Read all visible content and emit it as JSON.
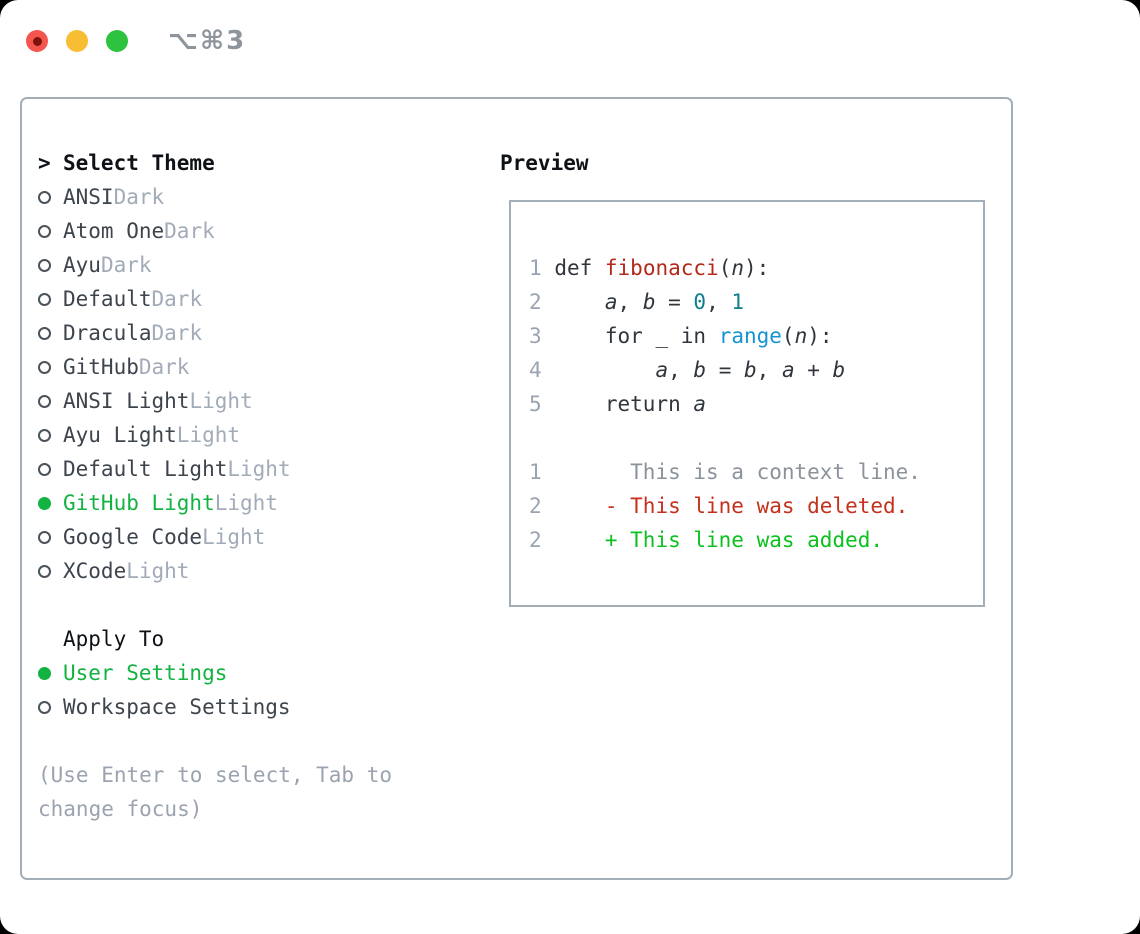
{
  "window": {
    "shortcut_label": "⌥⌘3"
  },
  "colors": {
    "traffic_red": "#f4564e",
    "traffic_red_dot": "#7e130c",
    "traffic_yellow": "#f7bd33",
    "traffic_green": "#2ec33f",
    "titlebar_gray": "#8e949c",
    "border_gray": "#a3aeb9",
    "black": "#0e1216",
    "name_dark": "#3d444c",
    "tag_gray": "#a2abb8",
    "marker_dark": "#4a525a",
    "accent_green": "#12b340",
    "hint_gray": "#9aa3af",
    "muted_gray": "#9aa4b1",
    "code_dark": "#30363c",
    "function_red": "#b3291b",
    "number_teal": "#0e7f8b",
    "builtin_blue": "#1494d4",
    "context_gray": "#8b929b",
    "deleted_red": "#c5311d",
    "added_green": "#0cc11e"
  },
  "theme_panel": {
    "header_prefix": ">",
    "header": "Select Theme",
    "themes": [
      {
        "name": "ANSI",
        "tag": "Dark",
        "selected": false
      },
      {
        "name": "Atom One",
        "tag": "Dark",
        "selected": false
      },
      {
        "name": "Ayu",
        "tag": "Dark",
        "selected": false
      },
      {
        "name": "Default",
        "tag": "Dark",
        "selected": false
      },
      {
        "name": "Dracula",
        "tag": "Dark",
        "selected": false
      },
      {
        "name": "GitHub",
        "tag": "Dark",
        "selected": false
      },
      {
        "name": "ANSI Light",
        "tag": "Light",
        "selected": false
      },
      {
        "name": "Ayu Light",
        "tag": "Light",
        "selected": false
      },
      {
        "name": "Default Light",
        "tag": "Light",
        "selected": false
      },
      {
        "name": "GitHub Light",
        "tag": "Light",
        "selected": true
      },
      {
        "name": "Google Code",
        "tag": "Light",
        "selected": false
      },
      {
        "name": "XCode",
        "tag": "Light",
        "selected": false
      }
    ]
  },
  "apply_to": {
    "header": "Apply To",
    "options": [
      {
        "label": "User Settings",
        "selected": true
      },
      {
        "label": "Workspace Settings",
        "selected": false
      }
    ]
  },
  "hint": {
    "line1": "(Use Enter to select, Tab to",
    "line2": "change focus)"
  },
  "preview": {
    "header": "Preview",
    "code_lines": [
      {
        "num": "1",
        "tokens": [
          {
            "s": " ",
            "st": "p"
          },
          {
            "s": "def ",
            "st": "kw"
          },
          {
            "s": "fibonacci",
            "st": "fn"
          },
          {
            "s": "(",
            "st": "p"
          },
          {
            "s": "n",
            "st": "id"
          },
          {
            "s": "):",
            "st": "p"
          }
        ]
      },
      {
        "num": "2",
        "tokens": [
          {
            "s": "     ",
            "st": "p"
          },
          {
            "s": "a",
            "st": "id"
          },
          {
            "s": ", ",
            "st": "p"
          },
          {
            "s": "b",
            "st": "id"
          },
          {
            "s": " = ",
            "st": "p"
          },
          {
            "s": "0",
            "st": "num"
          },
          {
            "s": ", ",
            "st": "p"
          },
          {
            "s": "1",
            "st": "num"
          }
        ]
      },
      {
        "num": "3",
        "tokens": [
          {
            "s": "     ",
            "st": "p"
          },
          {
            "s": "for ",
            "st": "kw"
          },
          {
            "s": "_ ",
            "st": "p"
          },
          {
            "s": "in ",
            "st": "kw"
          },
          {
            "s": "range",
            "st": "blue"
          },
          {
            "s": "(",
            "st": "p"
          },
          {
            "s": "n",
            "st": "id"
          },
          {
            "s": "):",
            "st": "p"
          }
        ]
      },
      {
        "num": "4",
        "tokens": [
          {
            "s": "         ",
            "st": "p"
          },
          {
            "s": "a",
            "st": "id"
          },
          {
            "s": ", ",
            "st": "p"
          },
          {
            "s": "b",
            "st": "id"
          },
          {
            "s": " = ",
            "st": "p"
          },
          {
            "s": "b",
            "st": "id"
          },
          {
            "s": ", ",
            "st": "p"
          },
          {
            "s": "a",
            "st": "id"
          },
          {
            "s": " + ",
            "st": "p"
          },
          {
            "s": "b",
            "st": "id"
          }
        ]
      },
      {
        "num": "5",
        "tokens": [
          {
            "s": "     ",
            "st": "p"
          },
          {
            "s": "return ",
            "st": "kw"
          },
          {
            "s": "a",
            "st": "id"
          }
        ]
      },
      {
        "num": "",
        "tokens": []
      },
      {
        "num": "1",
        "tokens": [
          {
            "s": "       This is a context line.",
            "st": "ctx"
          }
        ]
      },
      {
        "num": "2",
        "tokens": [
          {
            "s": "     - This line was deleted.",
            "st": "del"
          }
        ]
      },
      {
        "num": "2",
        "tokens": [
          {
            "s": "     + This line was added.",
            "st": "add"
          }
        ]
      }
    ]
  }
}
